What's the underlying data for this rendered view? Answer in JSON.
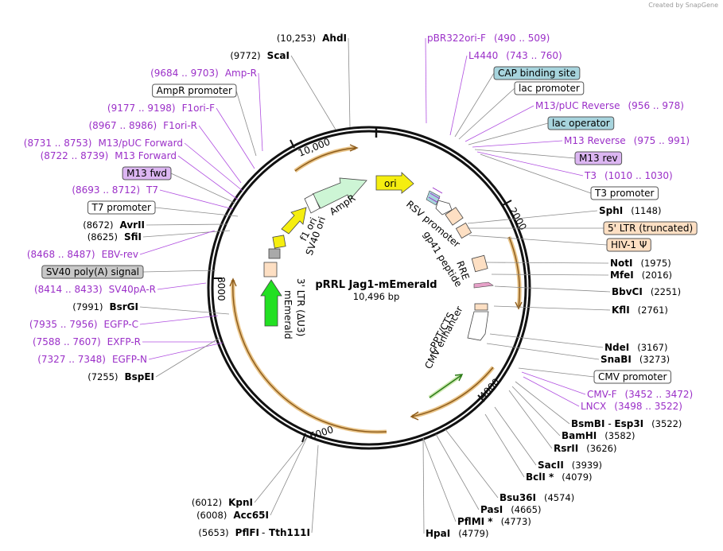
{
  "credit": "Created by SnapGene",
  "plasmid": {
    "name": "pRRL Jag1-mEmerald",
    "length": "10,496 bp"
  },
  "ticks": [
    "2000",
    "4000",
    "6000",
    "8000",
    "10,000"
  ],
  "right_labels": [
    {
      "kind": "primer",
      "text": "pBR322ori-F",
      "pos": "(490 .. 509)"
    },
    {
      "kind": "primer",
      "text": "L4440",
      "pos": "(743 .. 760)"
    },
    {
      "kind": "box",
      "text": "CAP binding site",
      "color": "#a7d4dd"
    },
    {
      "kind": "box",
      "text": "lac promoter",
      "color": "#ffffff"
    },
    {
      "kind": "primer",
      "text": "M13/pUC Reverse",
      "pos": "(956 .. 978)"
    },
    {
      "kind": "box",
      "text": "lac operator",
      "color": "#a7d4dd"
    },
    {
      "kind": "primer",
      "text": "M13 Reverse",
      "pos": "(975 .. 991)"
    },
    {
      "kind": "box",
      "text": "M13 rev",
      "color": "#dcb6f2"
    },
    {
      "kind": "primer",
      "text": "T3",
      "pos": "(1010 .. 1030)"
    },
    {
      "kind": "box",
      "text": "T3 promoter",
      "color": "#ffffff"
    },
    {
      "kind": "enzyme",
      "text": "SphI",
      "pos": "(1148)"
    },
    {
      "kind": "box",
      "text": "5' LTR (truncated)",
      "color": "#fddfc3"
    },
    {
      "kind": "box",
      "text": "HIV-1 Ψ",
      "color": "#fddfc3"
    },
    {
      "kind": "enzyme",
      "text": "NotI",
      "pos": "(1975)"
    },
    {
      "kind": "enzyme",
      "text": "MfeI",
      "pos": "(2016)"
    },
    {
      "kind": "enzyme",
      "text": "BbvCI",
      "pos": "(2251)"
    },
    {
      "kind": "enzyme",
      "text": "KflI",
      "pos": "(2761)"
    },
    {
      "kind": "enzyme",
      "text": "NdeI",
      "pos": "(3167)"
    },
    {
      "kind": "enzyme",
      "text": "SnaBI",
      "pos": "(3273)"
    },
    {
      "kind": "box",
      "text": "CMV promoter",
      "color": "#ffffff"
    },
    {
      "kind": "primer",
      "text": "CMV-F",
      "pos": "(3452 .. 3472)"
    },
    {
      "kind": "primer",
      "text": "LNCX",
      "pos": "(3498 .. 3522)"
    },
    {
      "kind": "enzyme",
      "text": "BsmBI - Esp3I",
      "pos": "(3522)"
    },
    {
      "kind": "enzyme",
      "text": "BamHI",
      "pos": "(3582)"
    },
    {
      "kind": "enzyme",
      "text": "RsrII",
      "pos": "(3626)"
    },
    {
      "kind": "enzyme",
      "text": "SacII",
      "pos": "(3939)"
    },
    {
      "kind": "enzyme",
      "text": "BclI *",
      "pos": "(4079)"
    },
    {
      "kind": "enzyme",
      "text": "Bsu36I",
      "pos": "(4574)"
    },
    {
      "kind": "enzyme",
      "text": "PasI",
      "pos": "(4665)"
    },
    {
      "kind": "enzyme",
      "text": "PflMI *",
      "pos": "(4773)"
    },
    {
      "kind": "enzyme",
      "text": "HpaI",
      "pos": "(4779)"
    }
  ],
  "left_labels": [
    {
      "kind": "enzyme",
      "text": "AhdI",
      "pos": "(10,253)"
    },
    {
      "kind": "enzyme",
      "text": "ScaI",
      "pos": "(9772)"
    },
    {
      "kind": "primer",
      "text": "Amp-R",
      "pos": "(9684 .. 9703)"
    },
    {
      "kind": "box",
      "text": "AmpR promoter",
      "color": "#ffffff"
    },
    {
      "kind": "primer",
      "text": "F1ori-F",
      "pos": "(9177 .. 9198)"
    },
    {
      "kind": "primer",
      "text": "F1ori-R",
      "pos": "(8967 .. 8986)"
    },
    {
      "kind": "primer",
      "text": "M13/pUC Forward",
      "pos": "(8731 .. 8753)"
    },
    {
      "kind": "primer",
      "text": "M13 Forward",
      "pos": "(8722 .. 8739)"
    },
    {
      "kind": "box",
      "text": "M13 fwd",
      "color": "#dcb6f2"
    },
    {
      "kind": "primer",
      "text": "T7",
      "pos": "(8693 .. 8712)"
    },
    {
      "kind": "box",
      "text": "T7 promoter",
      "color": "#ffffff"
    },
    {
      "kind": "enzyme",
      "text": "AvrII",
      "pos": "(8672)"
    },
    {
      "kind": "enzyme",
      "text": "SfiI",
      "pos": "(8625)"
    },
    {
      "kind": "primer",
      "text": "EBV-rev",
      "pos": "(8468 .. 8487)"
    },
    {
      "kind": "box",
      "text": "SV40 poly(A) signal",
      "color": "#c8c8c8"
    },
    {
      "kind": "primer",
      "text": "SV40pA-R",
      "pos": "(8414 .. 8433)"
    },
    {
      "kind": "enzyme",
      "text": "BsrGI",
      "pos": "(7991)"
    },
    {
      "kind": "primer",
      "text": "EGFP-C",
      "pos": "(7935 .. 7956)"
    },
    {
      "kind": "primer",
      "text": "EXFP-R",
      "pos": "(7588 .. 7607)"
    },
    {
      "kind": "primer",
      "text": "EGFP-N",
      "pos": "(7327 .. 7348)"
    },
    {
      "kind": "enzyme",
      "text": "BspEI",
      "pos": "(7255)"
    },
    {
      "kind": "enzyme",
      "text": "KpnI",
      "pos": "(6012)"
    },
    {
      "kind": "enzyme",
      "text": "Acc65I",
      "pos": "(6008)"
    },
    {
      "kind": "enzyme",
      "text": "PflFI - Tth111I",
      "pos": "(5653)"
    }
  ],
  "features": [
    {
      "text": "ori"
    },
    {
      "text": "AmpR"
    },
    {
      "text": "f1 ori"
    },
    {
      "text": "SV40 ori"
    },
    {
      "text": "RSV promoter"
    },
    {
      "text": "gp41 peptide"
    },
    {
      "text": "RRE"
    },
    {
      "text": "cPPT/CTS"
    },
    {
      "text": "CMV enhancer"
    },
    {
      "text": "3' LTR (ΔU3)"
    },
    {
      "text": "mEmerald"
    }
  ],
  "colors": {
    "primer": "#9b30c8",
    "orf_outline": "#d4a76a",
    "orf_arrow": "#8b5a1a",
    "ampr": "#cdf5d5",
    "ori": "#f5ee10",
    "ltr": "#fddfc3",
    "memerald": "#22e022"
  }
}
